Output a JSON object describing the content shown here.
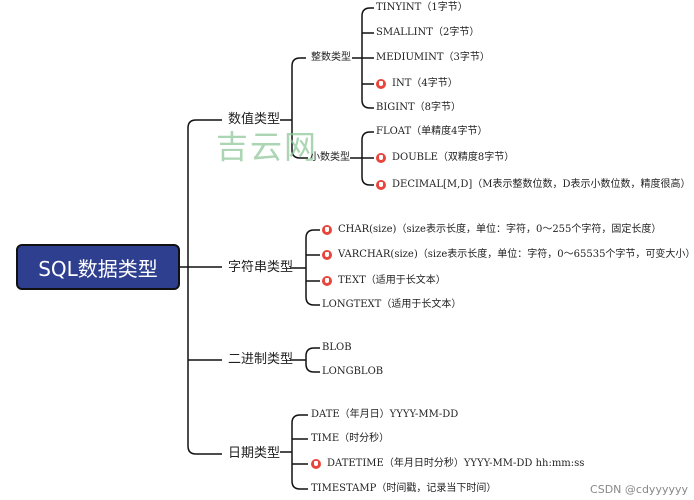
{
  "root": "SQL数据类型",
  "watermark": "吉云网",
  "footer": "CSDN @cdyyyyyy",
  "categories": {
    "numeric": "数值类型",
    "string": "字符串类型",
    "binary": "二进制类型",
    "date": "日期类型"
  },
  "numeric": {
    "integer": {
      "label": "整数类型",
      "items": [
        {
          "text": "TINYINT（1字节）"
        },
        {
          "text": "SMALLINT（2字节）"
        },
        {
          "text": "MEDIUMINT（3字节）"
        },
        {
          "text": "INT（4字节）",
          "hot": true
        },
        {
          "text": "BIGINT（8字节）"
        }
      ]
    },
    "decimal": {
      "label": "小数类型",
      "items": [
        {
          "text": "FLOAT（单精度4字节）"
        },
        {
          "text": "DOUBLE（双精度8字节）",
          "hot": true
        },
        {
          "text": "DECIMAL[M,D]（M表示整数位数，D表示小数位数，精度很高）",
          "hot": true
        }
      ]
    }
  },
  "string": {
    "items": [
      {
        "text": "CHAR(size)（size表示长度，单位：字符，0～255个字符，固定长度）",
        "hot": true
      },
      {
        "text": "VARCHAR(size)（size表示长度，单位：字符，0～65535个字节，可变大小）",
        "hot": true
      },
      {
        "text": "TEXT（适用于长文本）",
        "hot": true
      },
      {
        "text": "LONGTEXT（适用于长文本）"
      }
    ]
  },
  "binary": {
    "items": [
      {
        "text": "BLOB"
      },
      {
        "text": "LONGBLOB"
      }
    ]
  },
  "date": {
    "items": [
      {
        "text": "DATE（年月日）YYYY-MM-DD"
      },
      {
        "text": "TIME（时分秒）"
      },
      {
        "text": "DATETIME（年月日时分秒）YYYY-MM-DD hh:mm:ss",
        "hot": true
      },
      {
        "text": "TIMESTAMP（时间戳，记录当下时间）"
      }
    ]
  }
}
